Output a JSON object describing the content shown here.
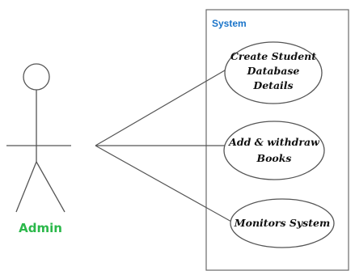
{
  "system": {
    "label": "System"
  },
  "actor": {
    "label": "Admin"
  },
  "use_cases": [
    {
      "lines": [
        "Create Student",
        "Database",
        "Details"
      ]
    },
    {
      "lines": [
        "Add & withdraw",
        "Books"
      ]
    },
    {
      "lines": [
        "Monitors System"
      ]
    }
  ],
  "colors": {
    "system_label": "#1a74c9",
    "actor_label": "#2bb84a",
    "stroke": "#555555"
  }
}
